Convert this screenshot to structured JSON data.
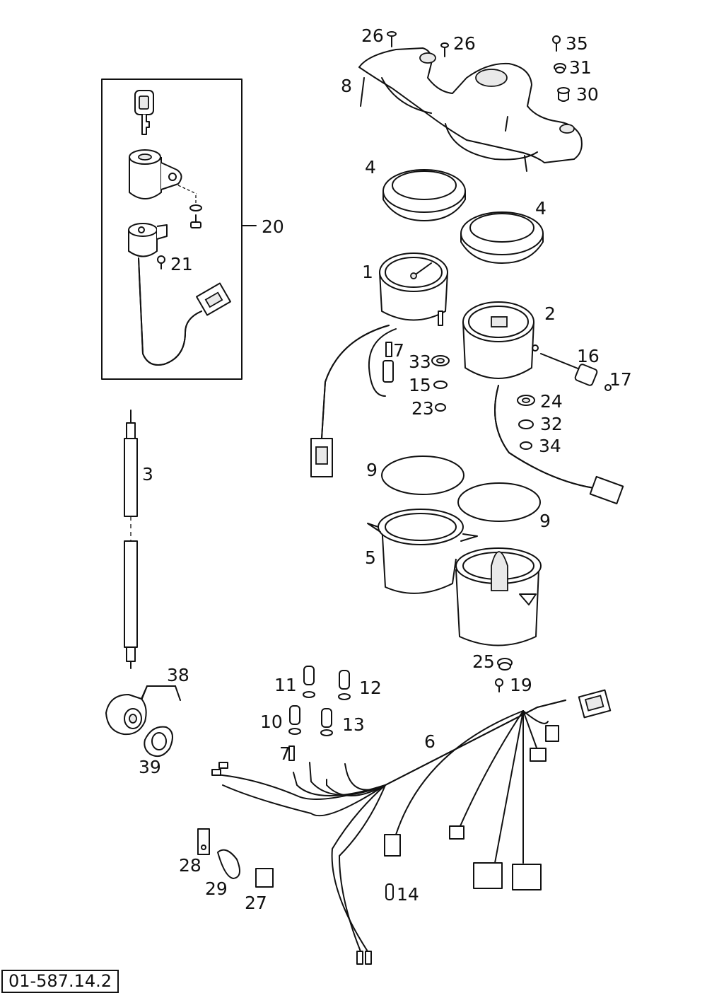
{
  "diagram": {
    "reference_number": "01-587.14.2",
    "callouts": {
      "c1": "1",
      "c2": "2",
      "c3": "3",
      "c4a": "4",
      "c4b": "4",
      "c5": "5",
      "c6": "6",
      "c7a": "7",
      "c7b": "7",
      "c8": "8",
      "c9a": "9",
      "c9b": "9",
      "c10": "10",
      "c11": "11",
      "c12": "12",
      "c13": "13",
      "c14": "14",
      "c15": "15",
      "c16": "16",
      "c17": "17",
      "c19": "19",
      "c20": "20",
      "c21": "21",
      "c23": "23",
      "c24": "24",
      "c25": "25",
      "c26a": "26",
      "c26b": "26",
      "c27": "27",
      "c28": "28",
      "c29": "29",
      "c30": "30",
      "c31": "31",
      "c32": "32",
      "c33": "33",
      "c34": "34",
      "c35": "35",
      "c38": "38",
      "c39": "39"
    }
  }
}
